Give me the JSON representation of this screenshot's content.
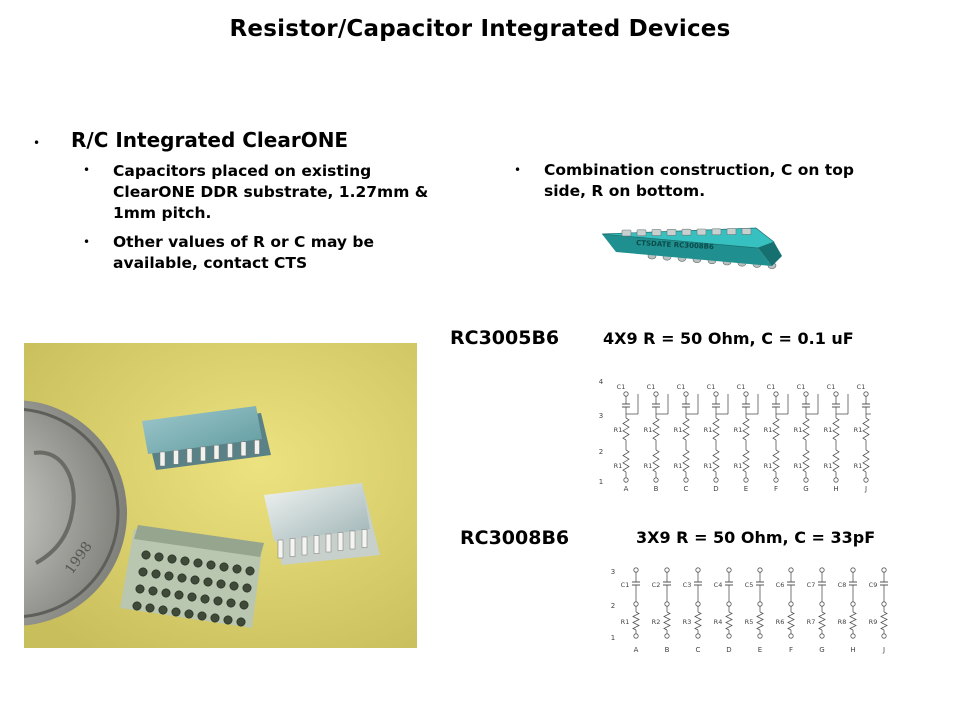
{
  "slide": {
    "title": "Resistor/Capacitor Integrated Devices",
    "left": {
      "heading": "R/C Integrated ClearONE",
      "sub_bullets": [
        [
          "Capacitors placed on existing",
          "ClearONE DDR substrate, 1.27mm &",
          "1mm pitch."
        ],
        [
          "Other values of R or C may be",
          "available, contact CTS"
        ]
      ]
    },
    "right": {
      "bullet_lines": [
        "Combination construction,  C on top",
        "side, R on bottom."
      ],
      "chip_label": "CTSDATE RC3008B6"
    },
    "parts": [
      {
        "name": "RC3005B6",
        "spec": "4X9 R = 50 Ohm, C = 0.1 uF",
        "node_labels": [
          "4",
          "3",
          "2",
          "1"
        ],
        "cap_label": "C1",
        "res_label": "R1",
        "pins": [
          "A",
          "B",
          "C",
          "D",
          "E",
          "F",
          "G",
          "H",
          "J"
        ]
      },
      {
        "name": "RC3008B6",
        "spec": "3X9 R = 50 Ohm, C = 33pF",
        "node_labels": [
          "3",
          "2",
          "1"
        ],
        "cap_labels": [
          "C1",
          "C2",
          "C3",
          "C4",
          "C5",
          "C6",
          "C7",
          "C8",
          "C9"
        ],
        "res_labels": [
          "R1",
          "R2",
          "R3",
          "R4",
          "R5",
          "R6",
          "R7",
          "R8",
          "R9"
        ],
        "pins": [
          "A",
          "B",
          "C",
          "D",
          "E",
          "F",
          "G",
          "H",
          "J"
        ]
      }
    ],
    "photo": {
      "coin_text": "1998",
      "bg_color": "#d9d37a",
      "chip_color": "#7fb3b8"
    }
  }
}
